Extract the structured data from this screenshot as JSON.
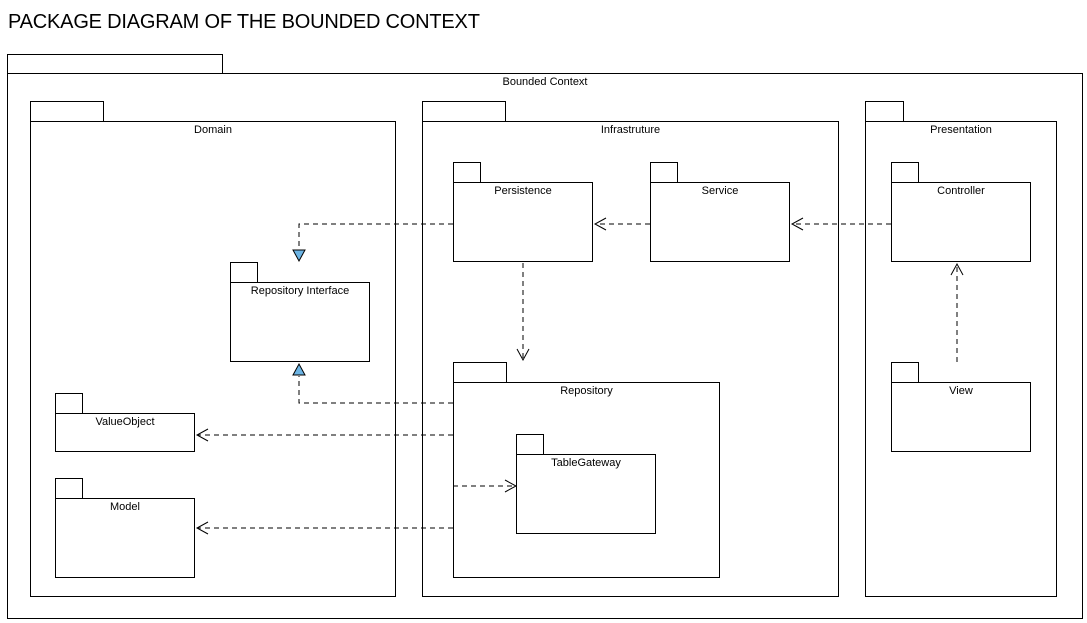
{
  "title": "PACKAGE DIAGRAM OF THE BOUNDED CONTEXT",
  "packages": {
    "bounded_context": "Bounded Context",
    "domain": "Domain",
    "infrastructure": "Infrastruture",
    "presentation": "Presentation",
    "persistence": "Persistence",
    "service": "Service",
    "controller": "Controller",
    "repository_interface": "Repository Interface",
    "repository": "Repository",
    "table_gateway": "TableGateway",
    "value_object": "ValueObject",
    "model": "Model",
    "view": "View"
  },
  "colors": {
    "stroke": "#000000",
    "realization_arrow_fill": "#6CB4E4"
  }
}
